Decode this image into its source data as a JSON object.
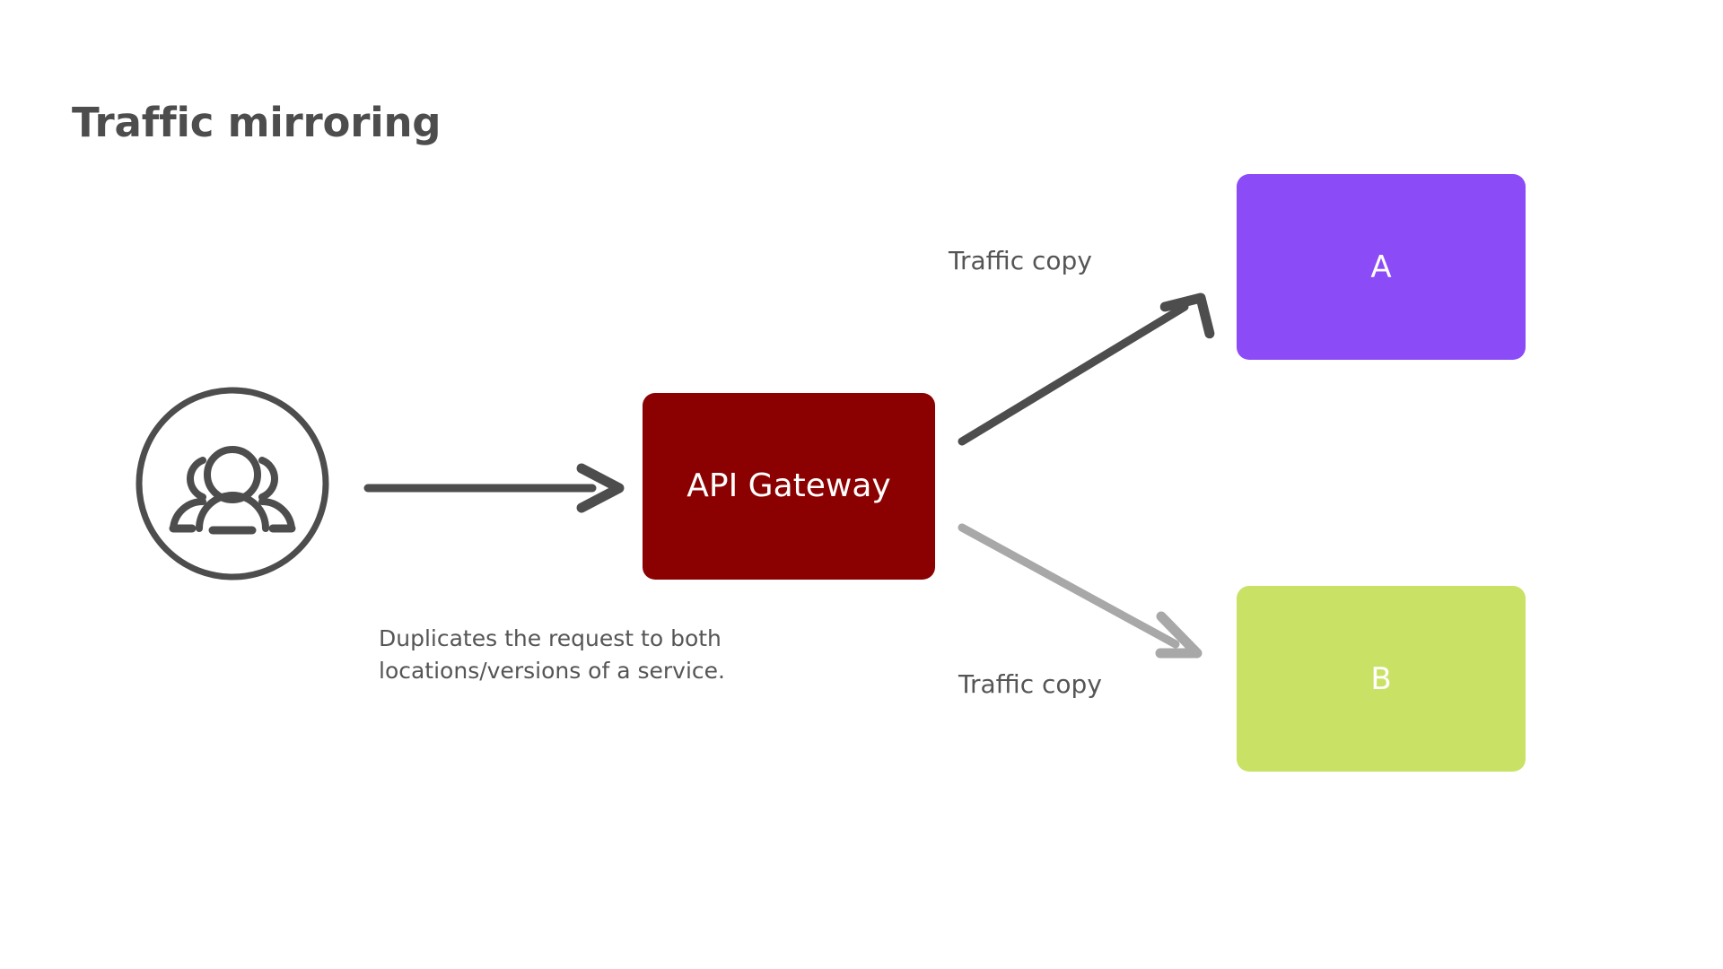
{
  "page": {
    "title": "Traffic mirroring",
    "background_color": "#ffffff"
  },
  "diagram": {
    "type": "flow-diagram",
    "source": {
      "icon": "users-group-icon",
      "label": ""
    },
    "nodes": [
      {
        "id": "gateway",
        "label": "API Gateway",
        "color": "#8B0000",
        "text_color": "#ffffff"
      },
      {
        "id": "a",
        "label": "A",
        "color": "#8B4BF7",
        "text_color": "#ffffff"
      },
      {
        "id": "b",
        "label": "B",
        "color": "#C9E265",
        "text_color": "#ffffff"
      }
    ],
    "edges": [
      {
        "id": "users-to-gateway",
        "label": "",
        "color": "#4d4d4d",
        "from": "users",
        "to": "gateway"
      },
      {
        "id": "gateway-to-a",
        "label": "Traffic copy",
        "color": "#4d4d4d",
        "from": "gateway",
        "to": "a"
      },
      {
        "id": "gateway-to-b",
        "label": "Traffic copy",
        "color": "#a8a8a8",
        "from": "gateway",
        "to": "b"
      }
    ],
    "caption": {
      "line1": "Duplicates the request to both",
      "line2": "locations/versions of a service."
    }
  },
  "colors": {
    "title": "#4d4d4d",
    "body_text": "#555555",
    "gateway": "#8B0000",
    "service_a": "#8B4BF7",
    "service_b": "#C9E265",
    "arrow_primary": "#4d4d4d",
    "arrow_secondary": "#a8a8a8",
    "icon_stroke": "#4d4d4d"
  }
}
